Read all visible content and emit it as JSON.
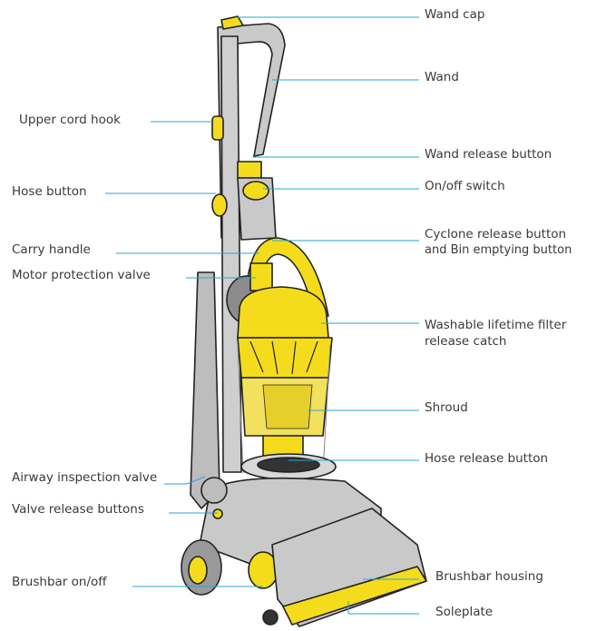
{
  "labels": {
    "wand_cap": "Wand cap",
    "wand": "Wand",
    "upper_cord_hook": "Upper cord hook",
    "wand_release_button": "Wand release button",
    "hose_button": "Hose button",
    "on_off_switch": "On/off switch",
    "carry_handle": "Carry handle",
    "cyclone_release_line1": "Cyclone release button",
    "cyclone_release_line2": "and Bin emptying button",
    "motor_protection_valve": "Motor protection valve",
    "washable_filter_line1": "Washable lifetime filter",
    "washable_filter_line2": "release catch",
    "shroud": "Shroud",
    "hose_release_button": "Hose release button",
    "airway_inspection_valve": "Airway inspection valve",
    "valve_release_buttons": "Valve release buttons",
    "brushbar_on_off": "Brushbar on/off",
    "brushbar_housing": "Brushbar housing",
    "soleplate": "Soleplate"
  },
  "colors": {
    "leader_line": "#2aa6d6",
    "body_grey": "#c9c9c9",
    "accent_yellow": "#f4dc1c",
    "outline": "#222222"
  }
}
